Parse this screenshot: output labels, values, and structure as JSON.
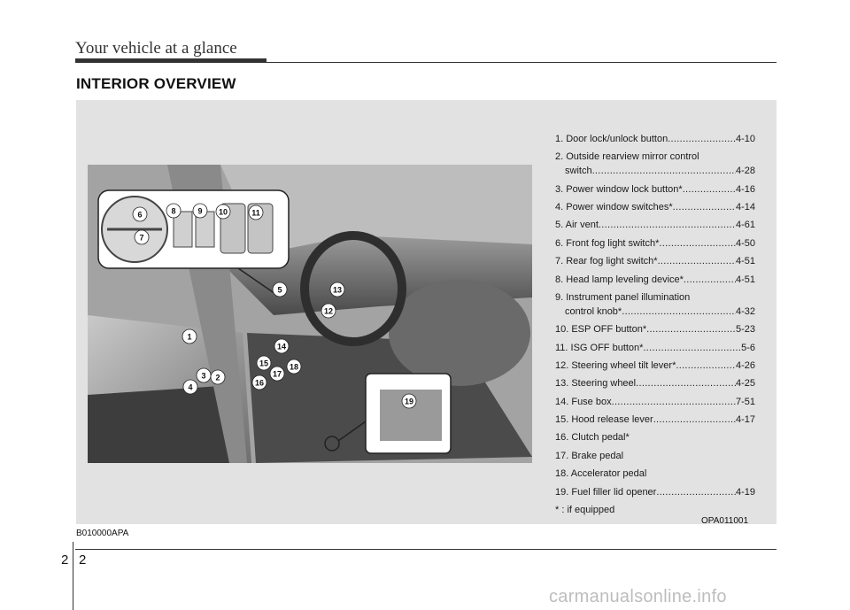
{
  "header": {
    "title": "Your vehicle at a glance"
  },
  "section_title": "INTERIOR OVERVIEW",
  "figure": {
    "code_right": "OPA011001",
    "code_left": "B010000APA"
  },
  "callouts": [
    "1",
    "2",
    "3",
    "4",
    "5",
    "6",
    "7",
    "8",
    "9",
    "10",
    "11",
    "12",
    "13",
    "14",
    "15",
    "16",
    "17",
    "18",
    "19"
  ],
  "legend": [
    {
      "label": "1. Door lock/unlock button ",
      "page": "4-10"
    },
    {
      "label": "2. Outside rearview mirror control",
      "cont": "switch ",
      "page": "4-28"
    },
    {
      "label": "3. Power window lock button* ",
      "page": "4-16"
    },
    {
      "label": "4. Power window switches* ",
      "page": "4-14"
    },
    {
      "label": "5. Air vent",
      "page": "4-61"
    },
    {
      "label": "6. Front fog light switch*",
      "page": "4-50"
    },
    {
      "label": "7. Rear fog light switch* ",
      "page": "4-51"
    },
    {
      "label": "8. Head lamp leveling device*",
      "page": "4-51"
    },
    {
      "label": "9. Instrument panel illumination",
      "cont": "control knob*",
      "page": "4-32"
    },
    {
      "label": "10. ESP OFF button* ",
      "page": "5-23"
    },
    {
      "label": "11. ISG OFF button* ",
      "page": "5-6"
    },
    {
      "label": "12. Steering wheel tilt lever* ",
      "page": "4-26"
    },
    {
      "label": "13. Steering wheel ",
      "page": "4-25"
    },
    {
      "label": "14. Fuse box ",
      "page": "7-51"
    },
    {
      "label": "15. Hood release lever",
      "page": "4-17"
    },
    {
      "label": "16. Clutch pedal*"
    },
    {
      "label": "17. Brake pedal"
    },
    {
      "label": "18. Accelerator pedal"
    },
    {
      "label": "19. Fuel filler lid opener ",
      "page": "4-19"
    },
    {
      "label": "* : if equipped"
    }
  ],
  "footer": {
    "chapter": "2",
    "page": "2",
    "watermark": "carmanualsonline.info"
  }
}
